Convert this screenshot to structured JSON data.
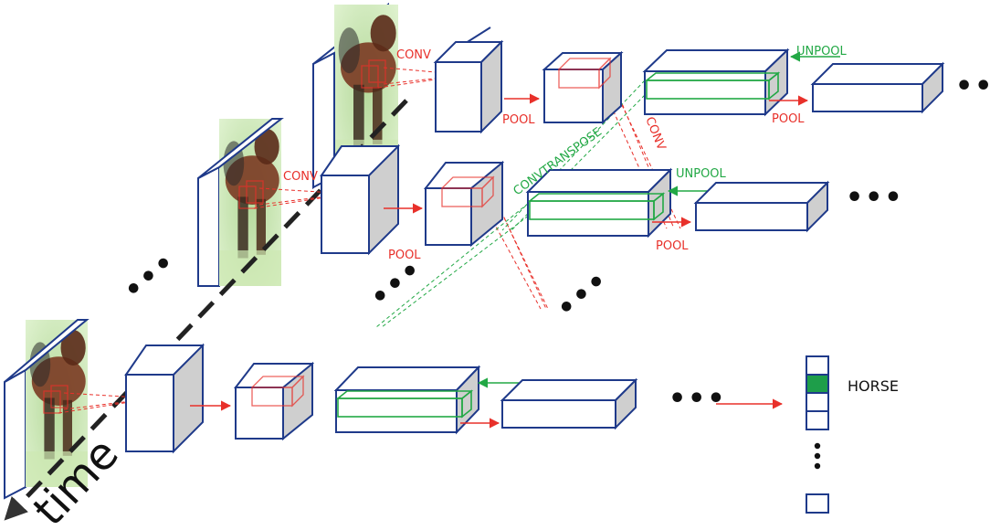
{
  "labels": {
    "conv": "CONV",
    "pool": "POOL",
    "unpool": "UNPOOL",
    "convtranspose": "CONVTRANSPOSE",
    "class_label": "HORSE",
    "time": "time",
    "ellipsis": "•••"
  },
  "colors": {
    "box_outline": "#1f3a8a",
    "box_side": "#cfcfcf",
    "arrow_red": "#e8302a",
    "green": "#22a845",
    "class_fill": "#1e9e4a",
    "frame_background": "#cfe9b8",
    "horse_brown": "#7a3a22"
  },
  "output_vector": {
    "cells": 4,
    "highlighted_cell": 2,
    "extra_cells_after_dots": 1
  }
}
